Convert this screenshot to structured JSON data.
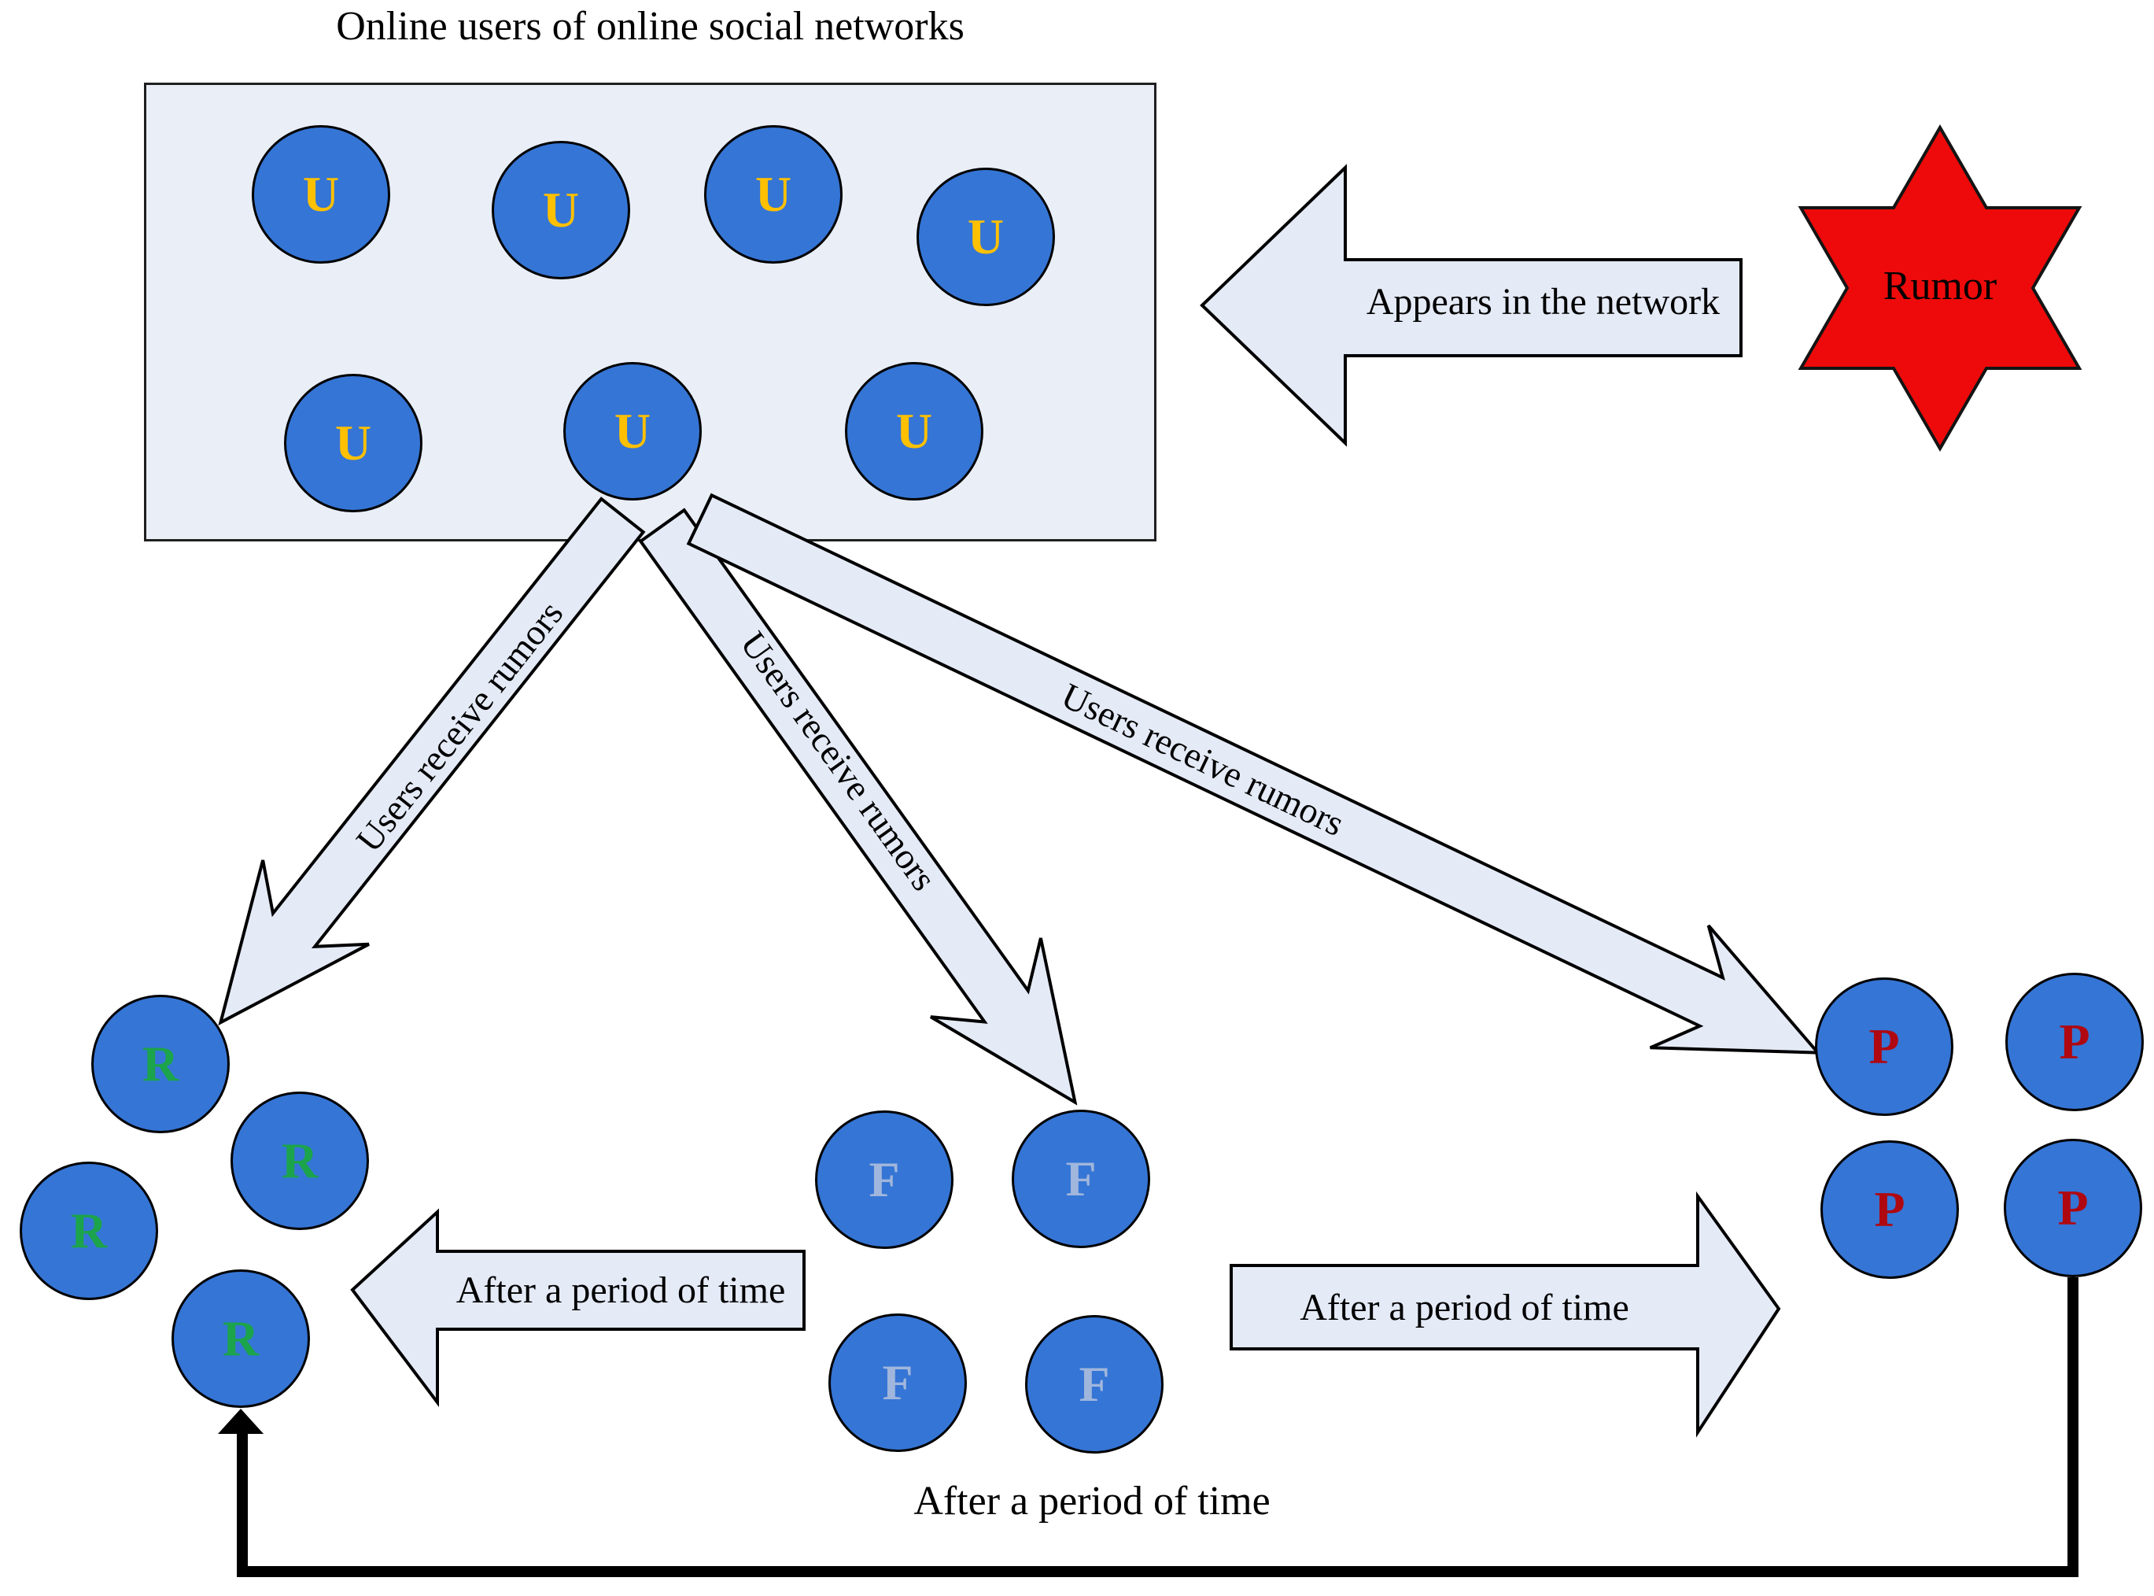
{
  "title": {
    "text": "Online users of online social networks"
  },
  "star": {
    "label": "Rumor"
  },
  "appears_arrow": {
    "label": "Appears in the network"
  },
  "receive_arrows": [
    {
      "label": "Users receive rumors"
    },
    {
      "label": "Users receive rumors"
    },
    {
      "label": "Users receive rumors"
    }
  ],
  "after_arrows": {
    "left": {
      "label": "After a period of time"
    },
    "right": {
      "label": "After a period of time"
    },
    "bottom": {
      "label": "After a period of time"
    }
  },
  "nodes": {
    "u": [
      "U",
      "U",
      "U",
      "U",
      "U",
      "U",
      "U"
    ],
    "r": [
      "R",
      "R",
      "R",
      "R"
    ],
    "f": [
      "F",
      "F",
      "F",
      "F"
    ],
    "p": [
      "P",
      "P",
      "P",
      "P"
    ]
  },
  "colors": {
    "node_fill": "#3575d5",
    "box_fill": "#e9eef7",
    "arrow_fill": "#e4eaf6",
    "star_fill": "#ee0a0a",
    "u_letter": "#ffc000",
    "r_letter": "#1ca44c",
    "f_letter": "#a0b6dc",
    "p_letter": "#b00810"
  }
}
